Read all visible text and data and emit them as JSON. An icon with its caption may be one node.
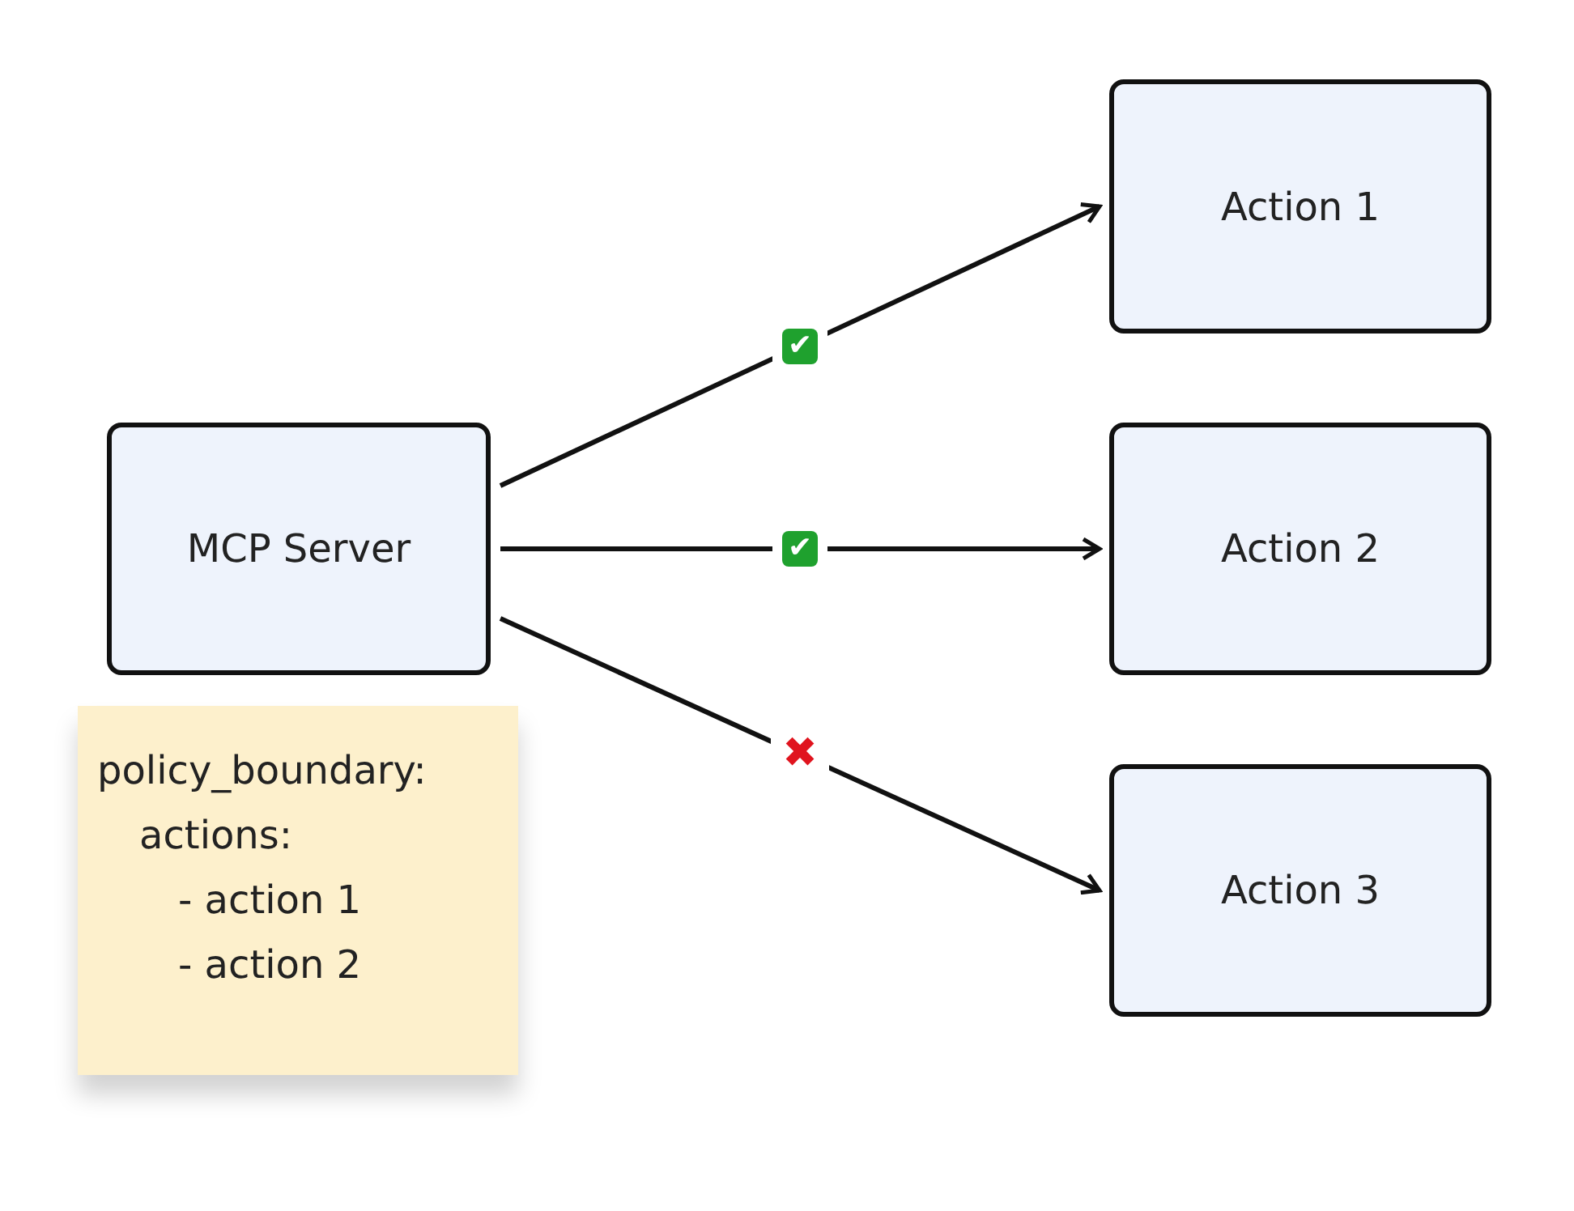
{
  "diagram": {
    "nodes": [
      {
        "text": [
          "MCP Server"
        ]
      },
      {
        "text": [
          "Action 1"
        ]
      },
      {
        "text": [
          "Action 2"
        ]
      },
      {
        "text": [
          "Action 3"
        ]
      },
      {
        "text": [
          "policy_boundary:",
          "actions:",
          "- action 1",
          "- action 2"
        ]
      }
    ],
    "edges": [
      {
        "from": 0,
        "to": 1,
        "arrow": "to",
        "label": "✔"
      },
      {
        "from": 0,
        "to": 2,
        "arrow": "to",
        "label": "✔"
      },
      {
        "from": 0,
        "to": 3,
        "arrow": "to",
        "label": "✖"
      }
    ]
  }
}
